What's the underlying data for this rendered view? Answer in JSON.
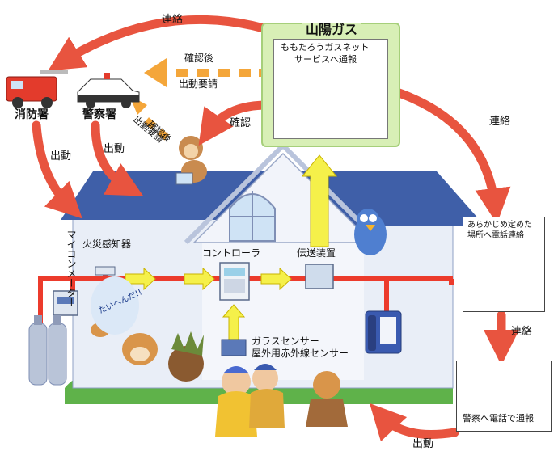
{
  "nodes": {
    "gas_company": {
      "title": "山陽ガス",
      "line1": "ももたろうガスネット",
      "line2": "サービスへ通報"
    },
    "fire_station": "消防署",
    "police_station": "警察署",
    "controller": "コントローラ",
    "fire_detector": "火災感知器",
    "transmitter": "伝送装置",
    "meter": "マイコンメーター",
    "sensors": {
      "line1": "ガラスセンサー",
      "line2": "屋外用赤外線センサー"
    },
    "contact_box": {
      "line1": "あらかじめ定めた",
      "line2": "場所へ電話連絡"
    },
    "police_call_box": "警察へ電話で通報"
  },
  "arrows": {
    "top_contact": "連絡",
    "confirm_dispatch": {
      "line1": "確認後",
      "line2": "出動要請"
    },
    "diagonal_confirm": {
      "line1": "確認後",
      "line2": "出動要請"
    },
    "confirm": "確認",
    "right_contact": "連絡",
    "fire_dispatch": "出動",
    "police_dispatch": "出動",
    "lower_contact": "連絡",
    "bottom_dispatch": "出動"
  },
  "speech": {
    "exclaim": "たいへんだ!!"
  },
  "colors": {
    "red_arrow": "#e8543f",
    "orange_arrow": "#f4a63a",
    "yellow_arrow": "#f5f04a",
    "house_roof": "#3f5fa8",
    "house_wall": "#e9eef7",
    "wire": "#ec3b2c",
    "green_frame": "#d8efb6"
  }
}
